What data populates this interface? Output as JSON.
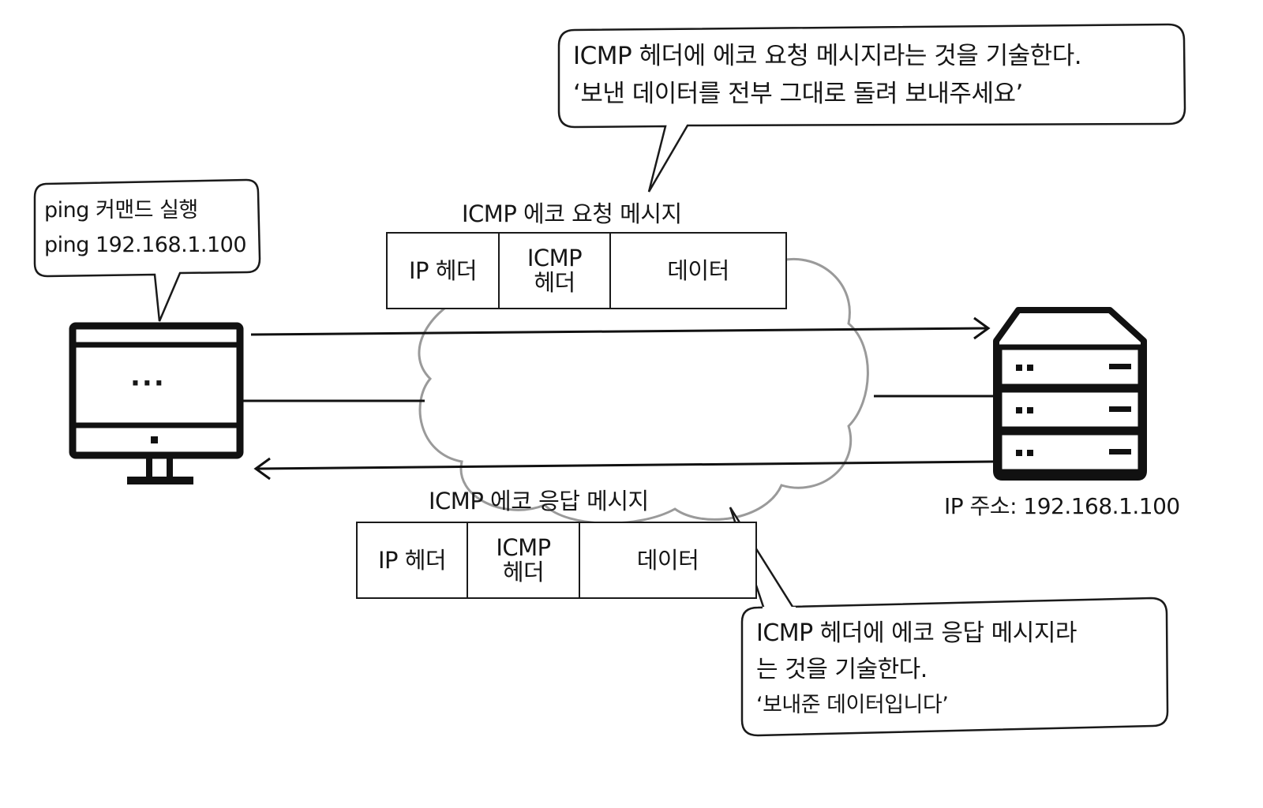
{
  "callouts": {
    "ping": {
      "line1": "ping  커맨드 실행",
      "line2": "ping 192.168.1.100"
    },
    "request": {
      "line1": "ICMP 헤더에 에코 요청 메시지라는 것을 기술한다.",
      "line2": "‘보낸 데이터를 전부 그대로 돌려 보내주세요’"
    },
    "reply": {
      "line1": "ICMP 헤더에 에코 응답 메시지라",
      "line2": "는 것을 기술한다.",
      "line3": "‘보내준 데이터입니다’"
    }
  },
  "request_message": {
    "title": "ICMP 에코 요청 메시지",
    "cells": {
      "ip_header": "IP 헤더",
      "icmp_header_line1": "ICMP",
      "icmp_header_line2": "헤더",
      "data": "데이터"
    }
  },
  "reply_message": {
    "title": "ICMP 에코 응답 메시지",
    "cells": {
      "ip_header": "IP 헤더",
      "icmp_header_line1": "ICMP",
      "icmp_header_line2": "헤더",
      "data": "데이터"
    }
  },
  "server": {
    "ip_label": "IP 주소: 192.168.1.100"
  },
  "computer": {
    "screen_text": "···"
  },
  "colors": {
    "ink": "#161616",
    "cloud": "#9a9a9a",
    "background": "#ffffff"
  }
}
